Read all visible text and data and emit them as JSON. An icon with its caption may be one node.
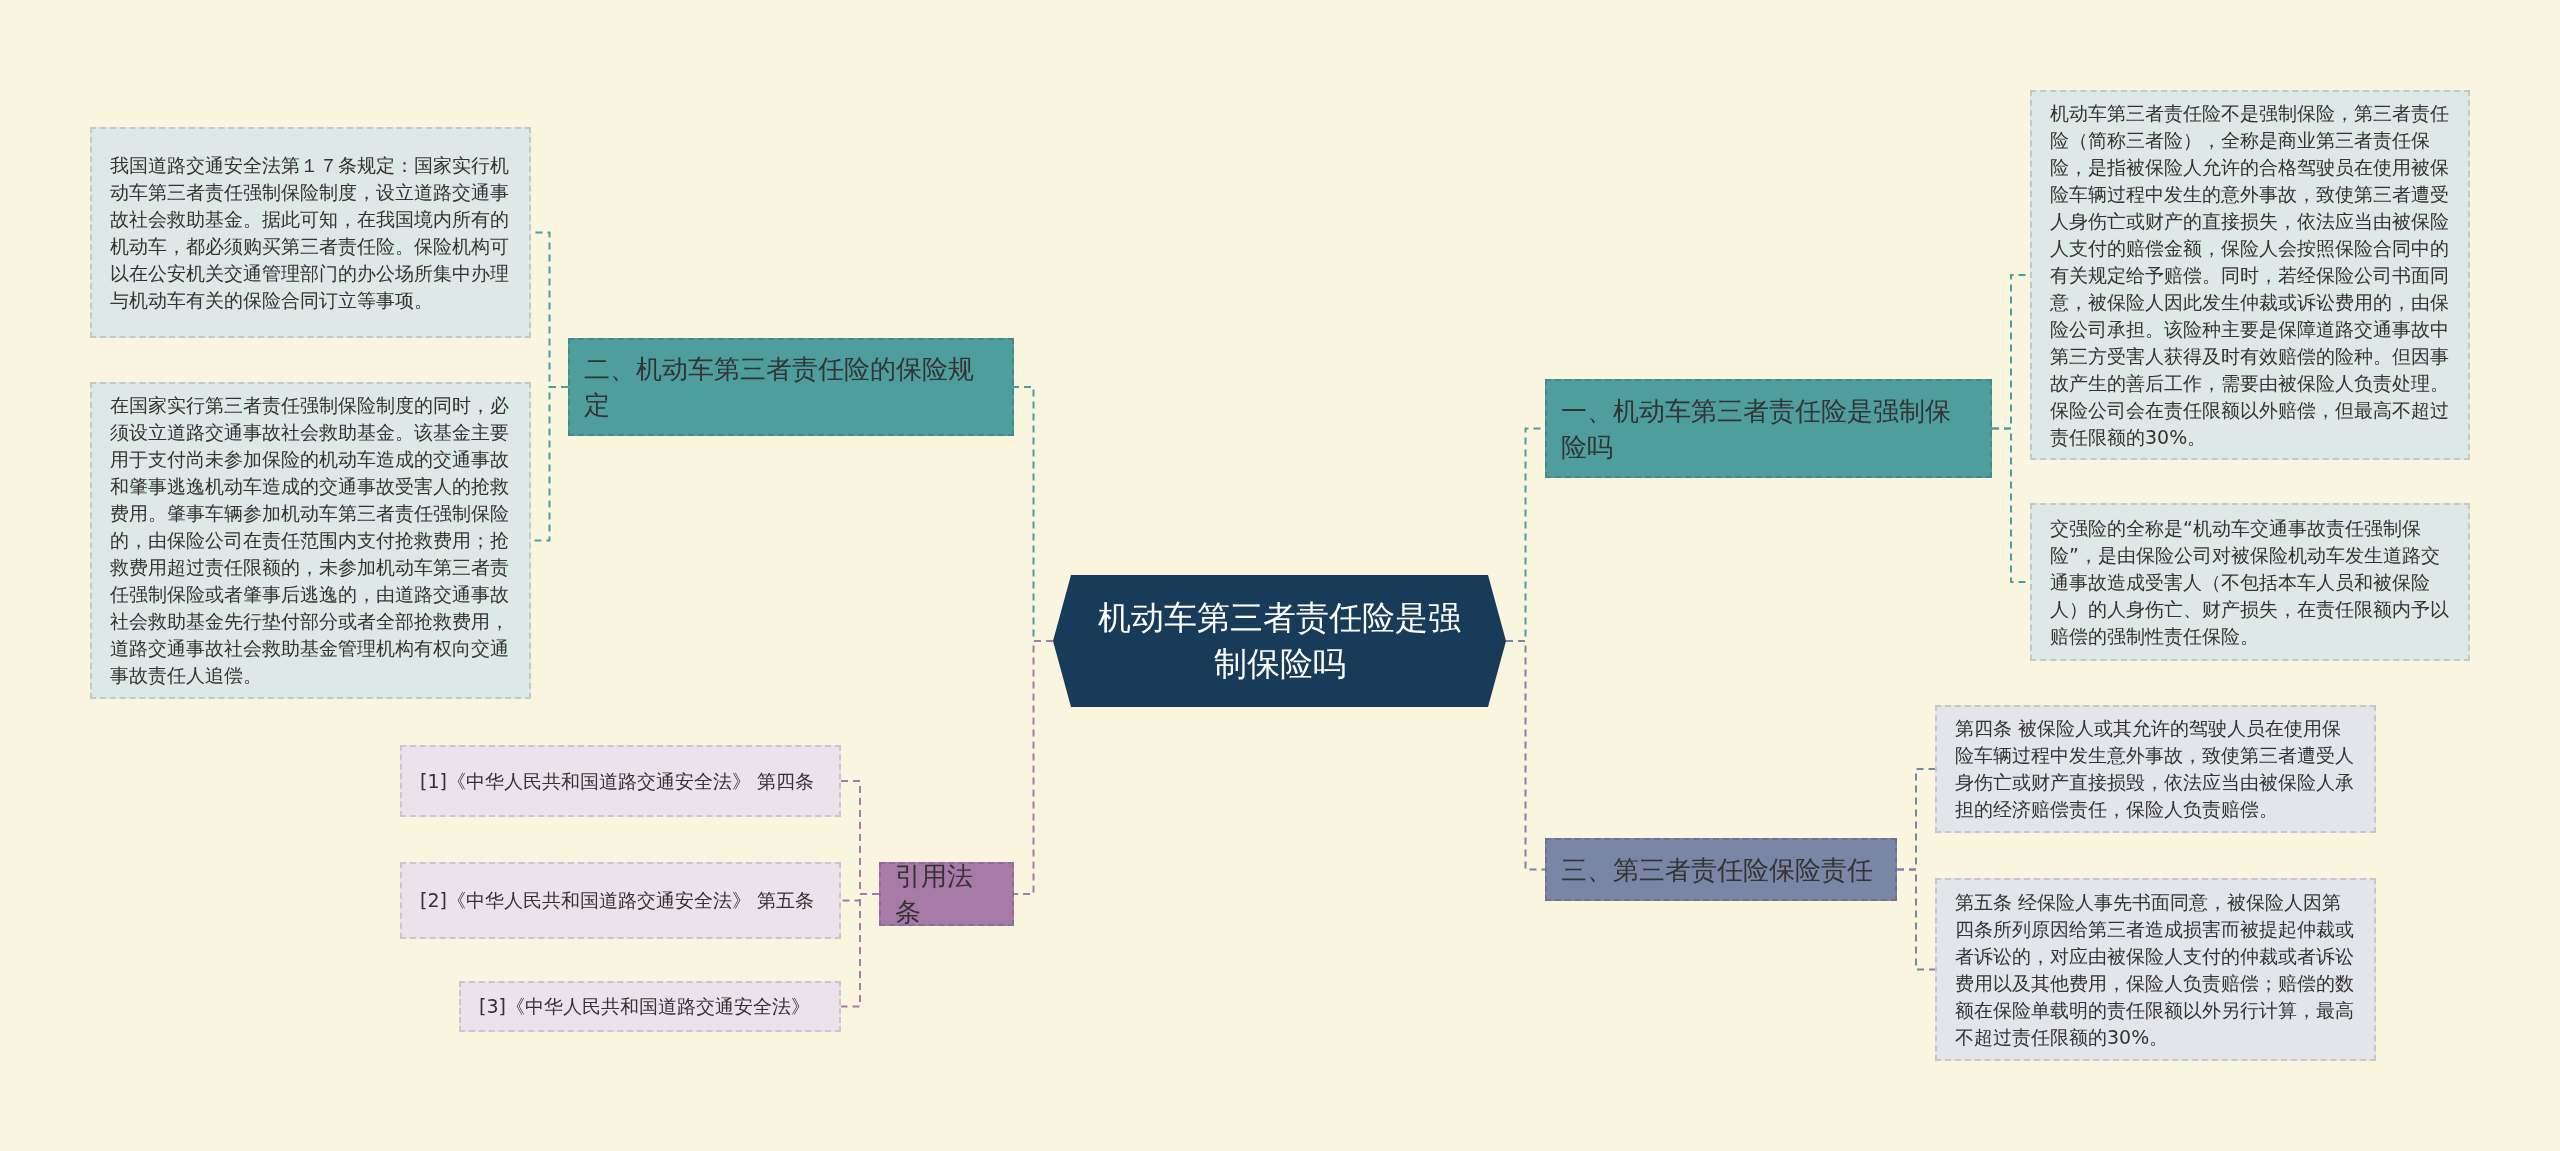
{
  "diagram": {
    "nodes": [
      {
        "text": [
          "机动车第三者责任险是强制保险吗"
        ]
      },
      {
        "text": [
          "一、机动车第三者责任险是强制保险吗"
        ]
      },
      {
        "text": [
          "机动车第三者责任险不是强制保险，第三者责任险（简称三者险），全称是商业第三者责任保险，是指被保险人允许的合格驾驶员在使用被保险车辆过程中发生的意外事故，致使第三者遭受人身伤亡或财产的直接损失，依法应当由被保险人支付的赔偿金额，保险人会按照保险合同中的有关规定给予赔偿。同时，若经保险公司书面同意，被保险人因此发生仲裁或诉讼费用的，由保险公司承担。该险种主要是保障道路交通事故中第三方受害人获得及时有效赔偿的险种。但因事故产生的善后工作，需要由被保险人负责处理。保险公司会在责任限额以外赔偿，但最高不超过责任限额的30%。"
        ]
      },
      {
        "text": [
          "交强险的全称是“机动车交通事故责任强制保险”，是由保险公司对被保险机动车发生道路交通事故造成受害人（不包括本车人员和被保险人）的人身伤亡、财产损失，在责任限额内予以赔偿的强制性责任保险。"
        ]
      },
      {
        "text": [
          "二、机动车第三者责任险的保险规定"
        ]
      },
      {
        "text": [
          "我国道路交通安全法第１７条规定：国家实行机动车第三者责任强制保险制度，设立道路交通事故社会救助基金。据此可知，在我国境内所有的机动车，都必须购买第三者责任险。保险机构可以在公安机关交通管理部门的办公场所集中办理与机动车有关的保险合同订立等事项。"
        ]
      },
      {
        "text": [
          "在国家实行第三者责任强制保险制度的同时，必须设立道路交通事故社会救助基金。该基金主要用于支付尚未参加保险的机动车造成的交通事故和肇事逃逸机动车造成的交通事故受害人的抢救费用。肇事车辆参加机动车第三者责任强制保险的，由保险公司在责任范围内支付抢救费用；抢救费用超过责任限额的，未参加机动车第三者责任强制保险或者肇事后逃逸的，由道路交通事故社会救助基金先行垫付部分或者全部抢救费用，道路交通事故社会救助基金管理机构有权向交通事故责任人追偿。"
        ]
      },
      {
        "text": [
          "三、第三者责任险保险责任"
        ]
      },
      {
        "text": [
          "第四条 被保险人或其允许的驾驶人员在使用保险车辆过程中发生意外事故，致使第三者遭受人身伤亡或财产直接损毁，依法应当由被保险人承担的经济赔偿责任，保险人负责赔偿。"
        ]
      },
      {
        "text": [
          "第五条 经保险人事先书面同意，被保险人因第四条所列原因给第三者造成损害而被提起仲裁或者诉讼的，对应由被保险人支付的仲裁或者诉讼费用以及其他费用，保险人负责赔偿；赔偿的数额在保险单载明的责任限额以外另行计算，最高不超过责任限额的30%。"
        ]
      },
      {
        "text": [
          "引用法条"
        ]
      },
      {
        "text": [
          "[1]《中华人民共和国道路交通安全法》 第四条"
        ]
      },
      {
        "text": [
          "[2]《中华人民共和国道路交通安全法》 第五条"
        ]
      },
      {
        "text": [
          "[3]《中华人民共和国道路交通安全法》"
        ]
      }
    ],
    "edges": [
      {
        "from": 0,
        "to": 1,
        "arrow": "none"
      },
      {
        "from": 1,
        "to": 2,
        "arrow": "none"
      },
      {
        "from": 1,
        "to": 3,
        "arrow": "none"
      },
      {
        "from": 0,
        "to": 4,
        "arrow": "none"
      },
      {
        "from": 4,
        "to": 5,
        "arrow": "none"
      },
      {
        "from": 4,
        "to": 6,
        "arrow": "none"
      },
      {
        "from": 0,
        "to": 7,
        "arrow": "none",
        "color": "#7a86a6"
      },
      {
        "from": 7,
        "to": 8,
        "arrow": "none",
        "color": "#7a86a6"
      },
      {
        "from": 7,
        "to": 9,
        "arrow": "none",
        "color": "#7a86a6"
      },
      {
        "from": 0,
        "to": 10,
        "arrow": "none",
        "color": "#a87aa8"
      },
      {
        "from": 10,
        "to": 11,
        "arrow": "none",
        "color": "#a87aa8"
      },
      {
        "from": 10,
        "to": 12,
        "arrow": "none",
        "color": "#a87aa8"
      },
      {
        "from": 10,
        "to": 13,
        "arrow": "none",
        "color": "#a87aa8"
      }
    ]
  }
}
